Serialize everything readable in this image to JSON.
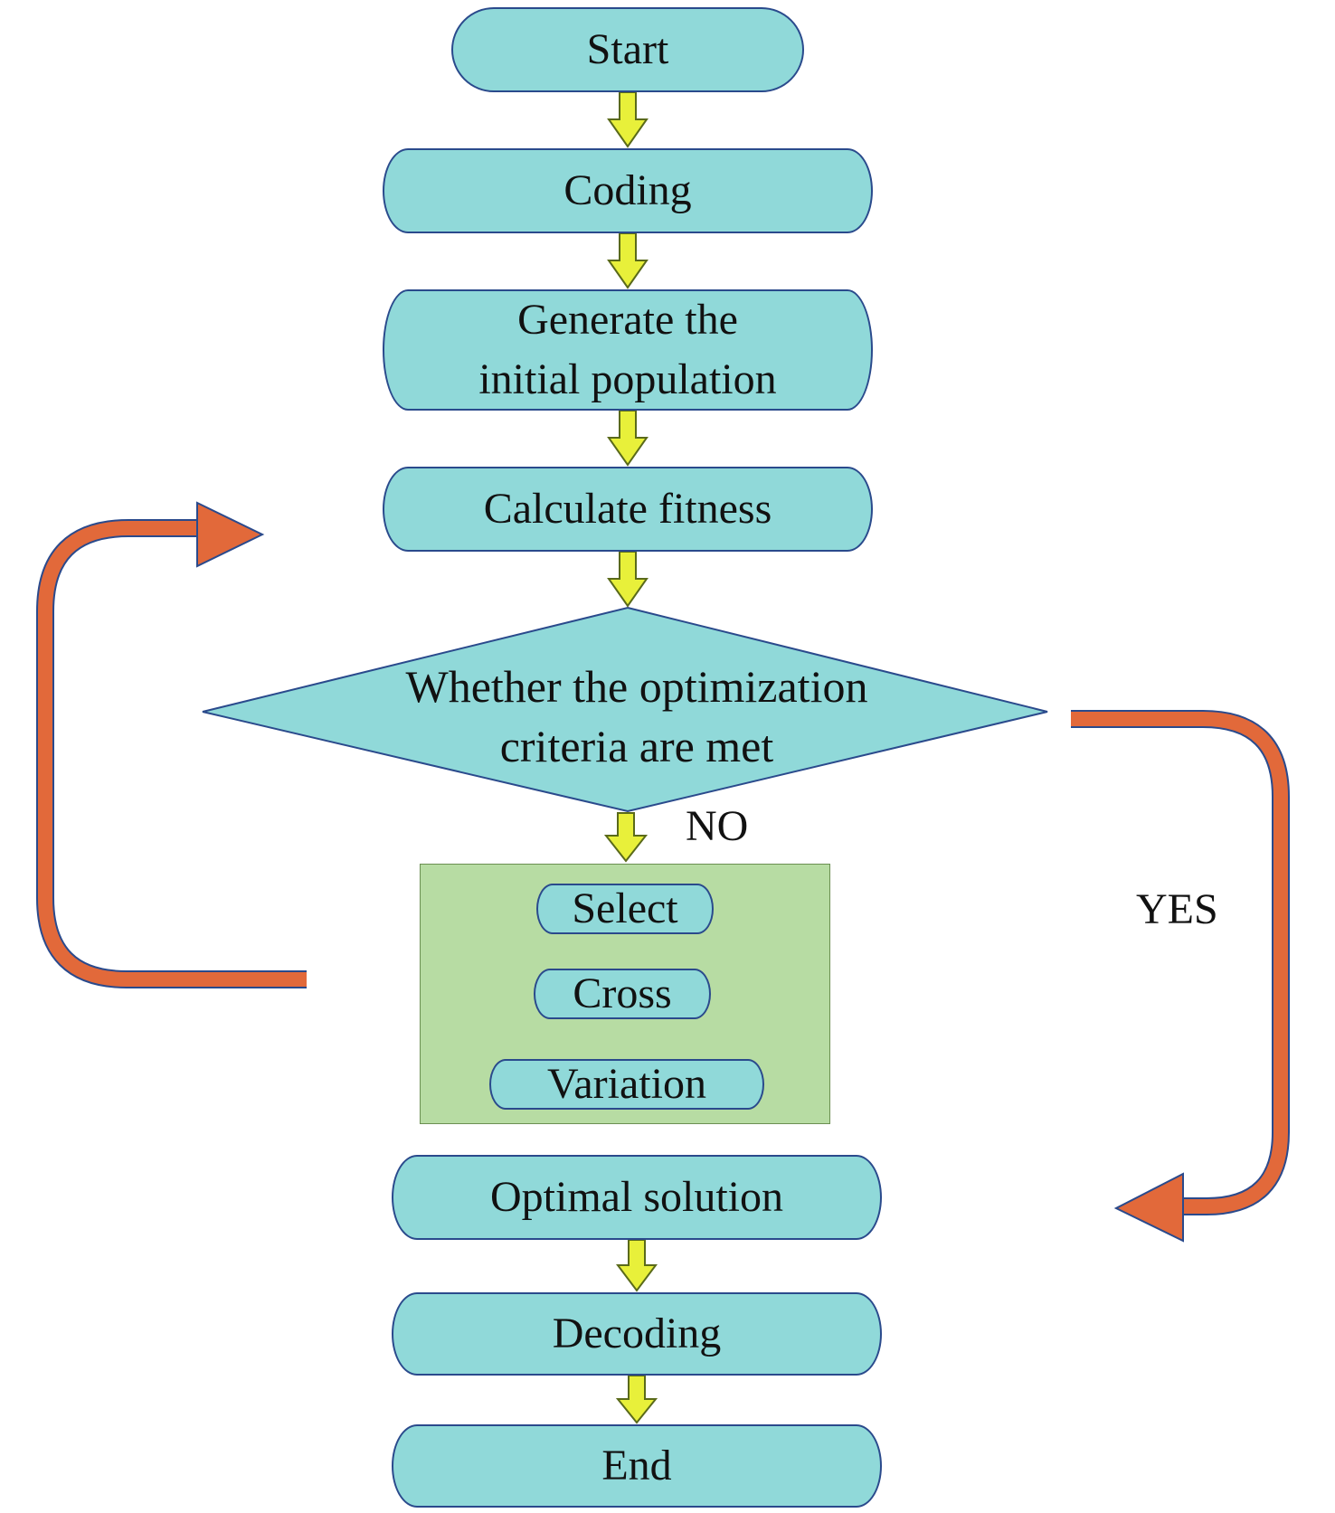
{
  "colors": {
    "box_fill": "#90d9d9",
    "box_border": "#2a4a8c",
    "arrow_fill": "#e8f03a",
    "arrow_stroke": "#5a6a1a",
    "loop_arrow_fill": "#e2693a",
    "loop_arrow_stroke": "#2a4a8c",
    "panel_fill": "#b7dca3"
  },
  "nodes": {
    "start": "Start",
    "coding": "Coding",
    "generate": "Generate the initial population",
    "fitness": "Calculate fitness",
    "decision": "Whether the optimization criteria are met",
    "select": "Select",
    "cross": "Cross",
    "variation": "Variation",
    "optimal": "Optimal solution",
    "decoding": "Decoding",
    "end": "End"
  },
  "labels": {
    "no": "NO",
    "yes": "YES"
  }
}
